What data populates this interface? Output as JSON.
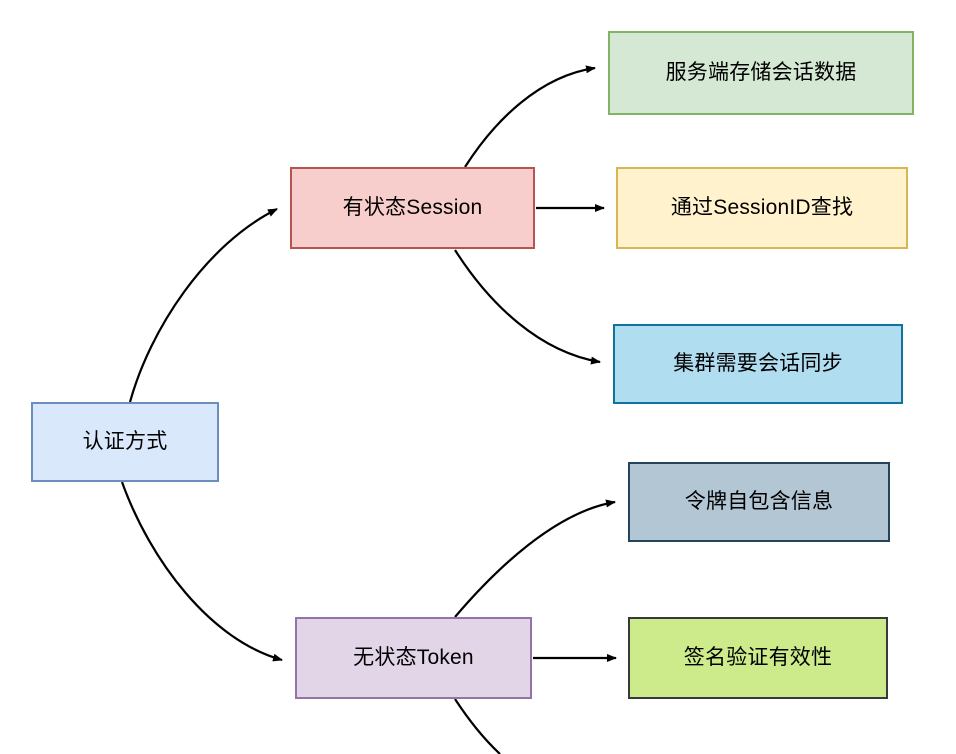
{
  "diagram": {
    "title": "认证方式",
    "type": "mindmap-flowchart",
    "background": "#ffffff",
    "edge_color": "#000000"
  },
  "nodes": {
    "root": {
      "id": "root",
      "label": "认证方式",
      "fill": "#dae8fc",
      "stroke": "#6c8ebf",
      "text_color": "#000000"
    },
    "session": {
      "id": "session",
      "label": "有状态Session",
      "fill": "#f8cecc",
      "stroke": "#b85450",
      "text_color": "#000000"
    },
    "token": {
      "id": "token",
      "label": "无状态Token",
      "fill": "#e1d5e7",
      "stroke": "#9673a6",
      "text_color": "#000000"
    },
    "leaf1": {
      "id": "leaf1",
      "label": "服务端存储会话数据",
      "fill": "#d5e8d4",
      "stroke": "#82b366",
      "text_color": "#000000"
    },
    "leaf2": {
      "id": "leaf2",
      "label": "通过SessionID查找",
      "fill": "#fff2cc",
      "stroke": "#d6b656",
      "text_color": "#000000"
    },
    "leaf3": {
      "id": "leaf3",
      "label": "集群需要会话同步",
      "fill": "#b1ddf0",
      "stroke": "#10739e",
      "text_color": "#000000"
    },
    "leaf4": {
      "id": "leaf4",
      "label": "令牌自包含信息",
      "fill": "#b3c6d4",
      "stroke": "#23445d",
      "text_color": "#000000"
    },
    "leaf5": {
      "id": "leaf5",
      "label": "签名验证有效性",
      "fill": "#cdeb8b",
      "stroke": "#36393d",
      "text_color": "#000000"
    }
  },
  "edges": [
    {
      "id": "edge-root-session",
      "from": "root",
      "to": "session",
      "style": "curved",
      "arrow": "to"
    },
    {
      "id": "edge-root-token",
      "from": "root",
      "to": "token",
      "style": "curved",
      "arrow": "to"
    },
    {
      "id": "edge-session-leaf1",
      "from": "session",
      "to": "leaf1",
      "style": "curved",
      "arrow": "to"
    },
    {
      "id": "edge-session-leaf2",
      "from": "session",
      "to": "leaf2",
      "style": "straight",
      "arrow": "to"
    },
    {
      "id": "edge-session-leaf3",
      "from": "session",
      "to": "leaf3",
      "style": "curved",
      "arrow": "to"
    },
    {
      "id": "edge-token-leaf4",
      "from": "token",
      "to": "leaf4",
      "style": "curved",
      "arrow": "to"
    },
    {
      "id": "edge-token-leaf5",
      "from": "token",
      "to": "leaf5",
      "style": "straight",
      "arrow": "to"
    },
    {
      "id": "edge-token-offscreen",
      "from": "token",
      "to": "",
      "style": "curved",
      "arrow": "none"
    }
  ]
}
